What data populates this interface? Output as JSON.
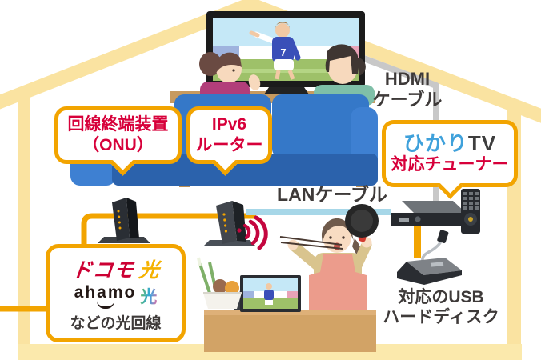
{
  "diagram_title": "hikari-tv-home-network-setup",
  "labels": {
    "onu_bubble": {
      "line1": "回線終端装置",
      "line2": "（ONU）"
    },
    "ipv6_bubble": {
      "line1": "IPv6",
      "line2": "ルーター"
    },
    "tuner_bubble": {
      "hikari": "ひかり",
      "tv": "TV",
      "line2": "対応チューナー"
    },
    "hdmi": {
      "line1": "HDMI",
      "line2": "ケーブル"
    },
    "lan": "LANケーブル",
    "usb": {
      "line1": "対応のUSB",
      "line2": "ハードディスク"
    }
  },
  "isp_box": {
    "docomo": "ドコモ",
    "docomo_hikari": "光",
    "ahamo": "ahamo",
    "ahamo_hikari": "光",
    "caption": "などの光回線"
  },
  "tv": {
    "player_number": "7"
  },
  "icons": {
    "wifi": "wifi-waves-icon",
    "ahamo_smile": "smile-arc-icon"
  },
  "colors": {
    "accent_amber": "#F2A400",
    "house_yellow": "#FAE3A1",
    "label_red": "#D7003A",
    "docomo_red": "#CC0033",
    "gold": "#F5B200",
    "hikari_blue": "#3FA1DB",
    "text_dark": "#3E3A39",
    "lan_cable_blue": "#A7D7E8",
    "hdmi_cable_gray": "#C8C8C8",
    "couch_blue": "#3173C4",
    "wood_tan": "#C79A5F",
    "counter_tan": "#D2A366",
    "wifi_red": "#C4063F"
  }
}
